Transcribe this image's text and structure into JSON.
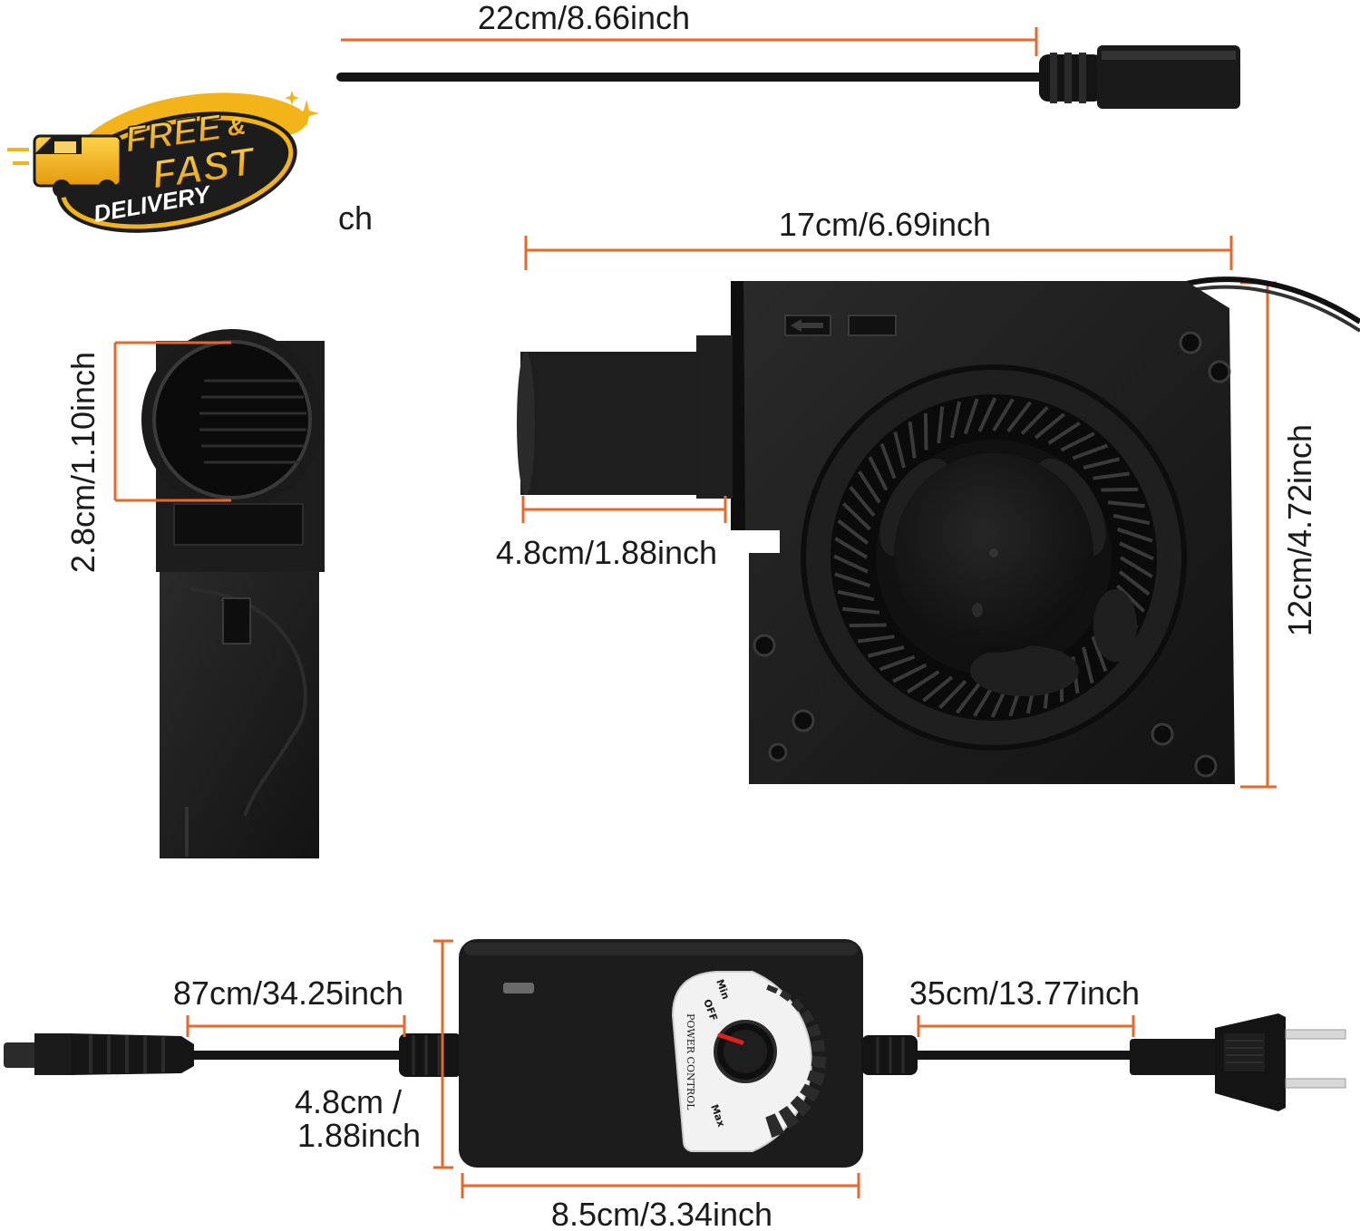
{
  "badge": {
    "line1": "FREE",
    "ampersand": "&",
    "line2": "FAST",
    "line3": "DELIVERY"
  },
  "dimensions": {
    "cable_top": "22cm/8.66inch",
    "cropped_fragment": "ch",
    "fan_width": "17cm/6.69inch",
    "fan_height": "12cm/4.72inch",
    "outlet_length": "4.8cm/1.88inch",
    "outlet_diameter": "2.8cm/1.10inch",
    "dc_cable": "87cm/34.25inch",
    "ac_cable": "35cm/13.77inch",
    "controller_height_line1": "4.8cm /",
    "controller_height_line2": "1.88inch",
    "controller_width": "8.5cm/3.34inch"
  },
  "controller": {
    "dial_off": "OFF",
    "dial_min": "Min",
    "dial_max": "Max",
    "dial_title": "POWER CONTROL"
  },
  "colors": {
    "measure_line": "#e8672a",
    "product": "#1b1b1b",
    "badge_gold": "#f2b418",
    "badge_dark": "#1c1c1c"
  }
}
